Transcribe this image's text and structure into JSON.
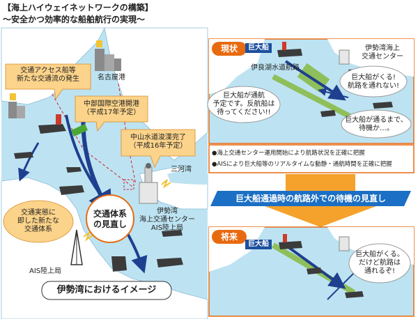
{
  "title": "【海上ハイウェイネットワークの構築】",
  "subtitle": "〜安全かつ効率的な船舶航行の実現〜",
  "map": {
    "label_nagoya_port": "名古屋港",
    "label_mikawa_bay": "三河湾",
    "callout_traffic_access": [
      "交通アクセス船等",
      "新たな交通流の発生"
    ],
    "callout_airport": [
      "中部国際空港開港",
      "（平成17年予定）"
    ],
    "callout_dredging": [
      "中山水道浚渫完了",
      "（平成16年予定）"
    ],
    "callout_new_system": [
      "交通実態に",
      "即した新たな",
      "交通体系"
    ],
    "callout_review": [
      "交通体系",
      "の見直し"
    ],
    "label_center": [
      "伊勢湾",
      "海上交通センター",
      "AIS陸上局"
    ],
    "label_ais_station": "AIS陸上局",
    "footer": "伊勢湾におけるイメージ"
  },
  "current": {
    "tag": "現状",
    "ship_label": "巨大船",
    "route_label": "伊良湖水道航路",
    "center_label": [
      "伊勢湾海上",
      "交通センター"
    ],
    "bubble_center": [
      "巨大船が通航",
      "予定です。反航船は",
      "待ってください!!"
    ],
    "bubble_ship1": [
      "巨大船がくる!",
      "航路を通れない!"
    ],
    "bubble_ship2": [
      "巨大船が通るまで、",
      "待機か…。"
    ]
  },
  "info": {
    "line1": "●海上交通センター運用開始により航路状況を正確に把握",
    "line2": "●AISにより巨大船等のリアルタイムな動静・通航時間を正確に把握"
  },
  "banner": "巨大船通過時の航路外での待機の見直し",
  "future": {
    "tag": "将来",
    "ship_label": "巨大船",
    "bubble": [
      "巨大船がくる。",
      "だけど航路は",
      "通れるぞ!"
    ]
  },
  "colors": {
    "sea": "#bde3f2",
    "land": "#ffffff",
    "route": "#8fbf5a",
    "accent_orange": "#e86a10",
    "callout_orange": "#fbd38a",
    "blue_label": "#1d4f9e",
    "banner_blue": "#1b6fc4",
    "arrow_navy": "#1f3f8f"
  }
}
